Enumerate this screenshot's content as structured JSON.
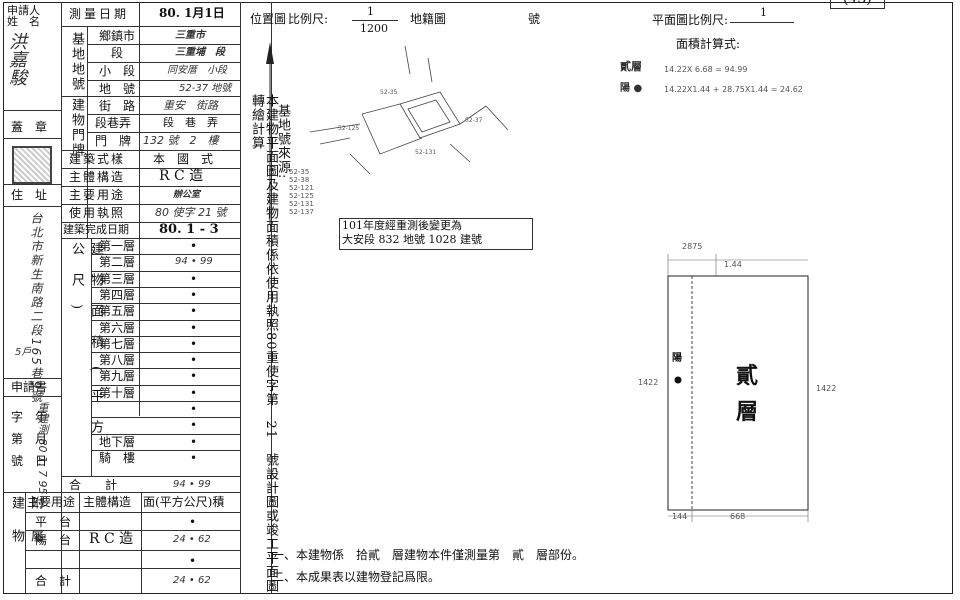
{
  "corner": "(43)",
  "header": {
    "applicant_label": "申請人\n姓　名",
    "applicant_name": "洪嘉駿",
    "seal_label": "蓋　章",
    "address_label": "住　址",
    "address_value": "台北市新生南路二段165巷9號",
    "address_side": "5戶",
    "survey_date_label": "測量日期",
    "survey_date_value": "80. 1月1日"
  },
  "base_labels": {
    "group": "基地地號",
    "rows": [
      {
        "label": "鄉鎮市",
        "value": "三重市"
      },
      {
        "label": "段",
        "value": "三重埔　段"
      },
      {
        "label": "小　段",
        "value": "同安厝　小段"
      },
      {
        "label": "地　號",
        "value": "52-37 地號"
      }
    ]
  },
  "door_labels": {
    "group": "建物門牌",
    "rows": [
      {
        "label": "街　路",
        "value": "重安　街路"
      },
      {
        "label": "段巷弄",
        "value": "段　巷　弄"
      },
      {
        "label": "門　牌",
        "value": "132 號　2　樓"
      }
    ]
  },
  "building_rows": [
    {
      "label": "建築式樣",
      "value": "本　國　式"
    },
    {
      "label": "主體構造",
      "value": "R C 造"
    },
    {
      "label": "主要用途",
      "value": "辦公室"
    },
    {
      "label": "使用執照",
      "value": "80 使字 21 號"
    },
    {
      "label": "建築完成日期",
      "value": "80. 1 - 3"
    }
  ],
  "area_section": {
    "group": "建物面積(平方公尺)",
    "floors": [
      {
        "label": "第一層",
        "value": "•"
      },
      {
        "label": "第二層",
        "value": "94 • 99"
      },
      {
        "label": "第三層",
        "value": "•"
      },
      {
        "label": "第四層",
        "value": "•"
      },
      {
        "label": "第五層",
        "value": "•"
      },
      {
        "label": "第六層",
        "value": "•"
      },
      {
        "label": "第七層",
        "value": "•"
      },
      {
        "label": "第八層",
        "value": "•"
      },
      {
        "label": "第九層",
        "value": "•"
      },
      {
        "label": "第十層",
        "value": "•"
      },
      {
        "label": "",
        "value": "•"
      },
      {
        "label": "",
        "value": "•"
      },
      {
        "label": "地下層",
        "value": "•"
      },
      {
        "label": "騎　樓",
        "value": "•"
      }
    ],
    "total_label": "合　　計",
    "total_value": "94 • 99"
  },
  "application": {
    "label": "申請書",
    "number_label": "字　年\n第　月\n號　日",
    "number_hand": "重建測 80 1. 7 95"
  },
  "attached": {
    "group": "附屬建物",
    "col_use": "主要用途",
    "col_struct": "主體構造",
    "col_area": "面(平方公尺)積",
    "rows": [
      {
        "use": "平　台",
        "struct": "",
        "area": "•"
      },
      {
        "use": "陽　台",
        "struct": "R C 造",
        "area": "24 • 62"
      },
      {
        "use": "",
        "struct": "",
        "area": "•"
      }
    ],
    "total_label": "合　計",
    "total_value": "24 • 62"
  },
  "middle_vertical": "本建物平面圖及建物面積係依使用執照80重使字第　21　號設計圖或竣工平面圖轉繪計算",
  "base_source_vertical": "基地號來源:",
  "location": {
    "label": "位置圖",
    "scale_label": "比例尺:",
    "scale_num": "1",
    "scale_den": "1200",
    "sheet_label": "地籍圖",
    "number_label": "號"
  },
  "land_numbers": [
    "52-35",
    "52-38",
    "52-121",
    "52-125",
    "52-131",
    "52-137"
  ],
  "note_box": [
    "101年度經重測後變更為",
    "大安段 832 地號 1028 建號"
  ],
  "plan": {
    "scale_label": "平面圖比例尺:",
    "scale_value": "1",
    "calc_label": "面積計算式:",
    "calc_floor_label": "貳層",
    "calc_floor": "14.22X 6.68 = 94.99",
    "calc_balcony_label": "陽 ●",
    "calc_balcony": "14.22X1.44 + 28.75X1.44 = 24.62",
    "floor_text": "貳\n層",
    "dims": {
      "top": "2875",
      "inner_top": "1.44",
      "left": "1422",
      "right": "1422",
      "bottom_left": "144",
      "bottom_mid": "668"
    },
    "balcony_mark": "陽"
  },
  "footer": [
    "一、本建物係　拾貳　層建物本件僅測量第　貳　層部份。",
    "二、本成果表以建物登記爲限。"
  ]
}
